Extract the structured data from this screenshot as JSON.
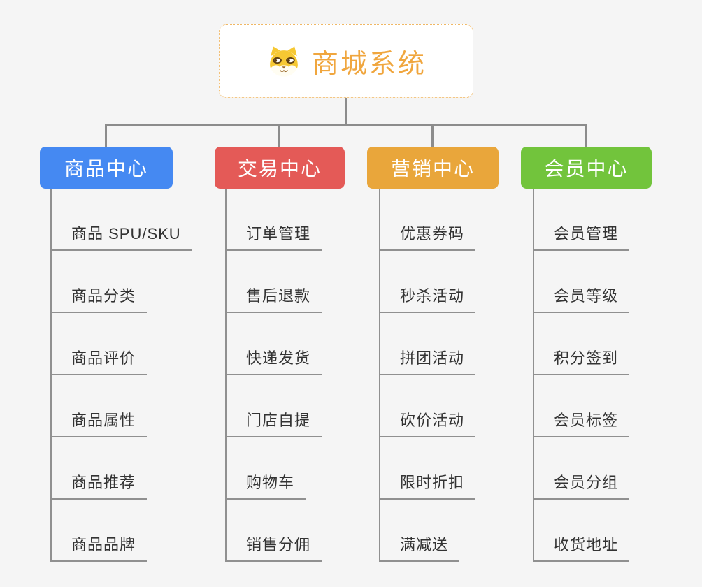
{
  "root": {
    "title": "商城系统",
    "icon": "dog-icon"
  },
  "branches": [
    {
      "label": "商品中心",
      "color": "#4589F2",
      "items": [
        "商品 SPU/SKU",
        "商品分类",
        "商品评价",
        "商品属性",
        "商品推荐",
        "商品品牌"
      ]
    },
    {
      "label": "交易中心",
      "color": "#E45A57",
      "items": [
        "订单管理",
        "售后退款",
        "快递发货",
        "门店自提",
        "购物车",
        "销售分佣"
      ]
    },
    {
      "label": "营销中心",
      "color": "#E9A63B",
      "items": [
        "优惠券码",
        "秒杀活动",
        "拼团活动",
        "砍价活动",
        "限时折扣",
        "满减送"
      ]
    },
    {
      "label": "会员中心",
      "color": "#72C43C",
      "items": [
        "会员管理",
        "会员等级",
        "积分签到",
        "会员标签",
        "会员分组",
        "收货地址"
      ]
    }
  ],
  "palette": {
    "title_text": "#F0A63E",
    "root_border": "#F0B865",
    "connector": "#8C8C8C",
    "branch_line": "#909090",
    "leaf_text": "#333333",
    "background": "#F5F5F5"
  }
}
